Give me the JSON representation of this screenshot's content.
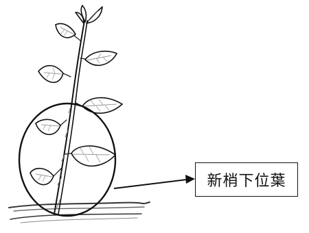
{
  "figure": {
    "callout_label": "新梢下位葉",
    "subject": "plant-shoot-sketch",
    "highlight": "lower-leaves-circle",
    "colors": {
      "ink": "#111111",
      "shading": "#9a9a9a",
      "background": "#ffffff"
    }
  }
}
